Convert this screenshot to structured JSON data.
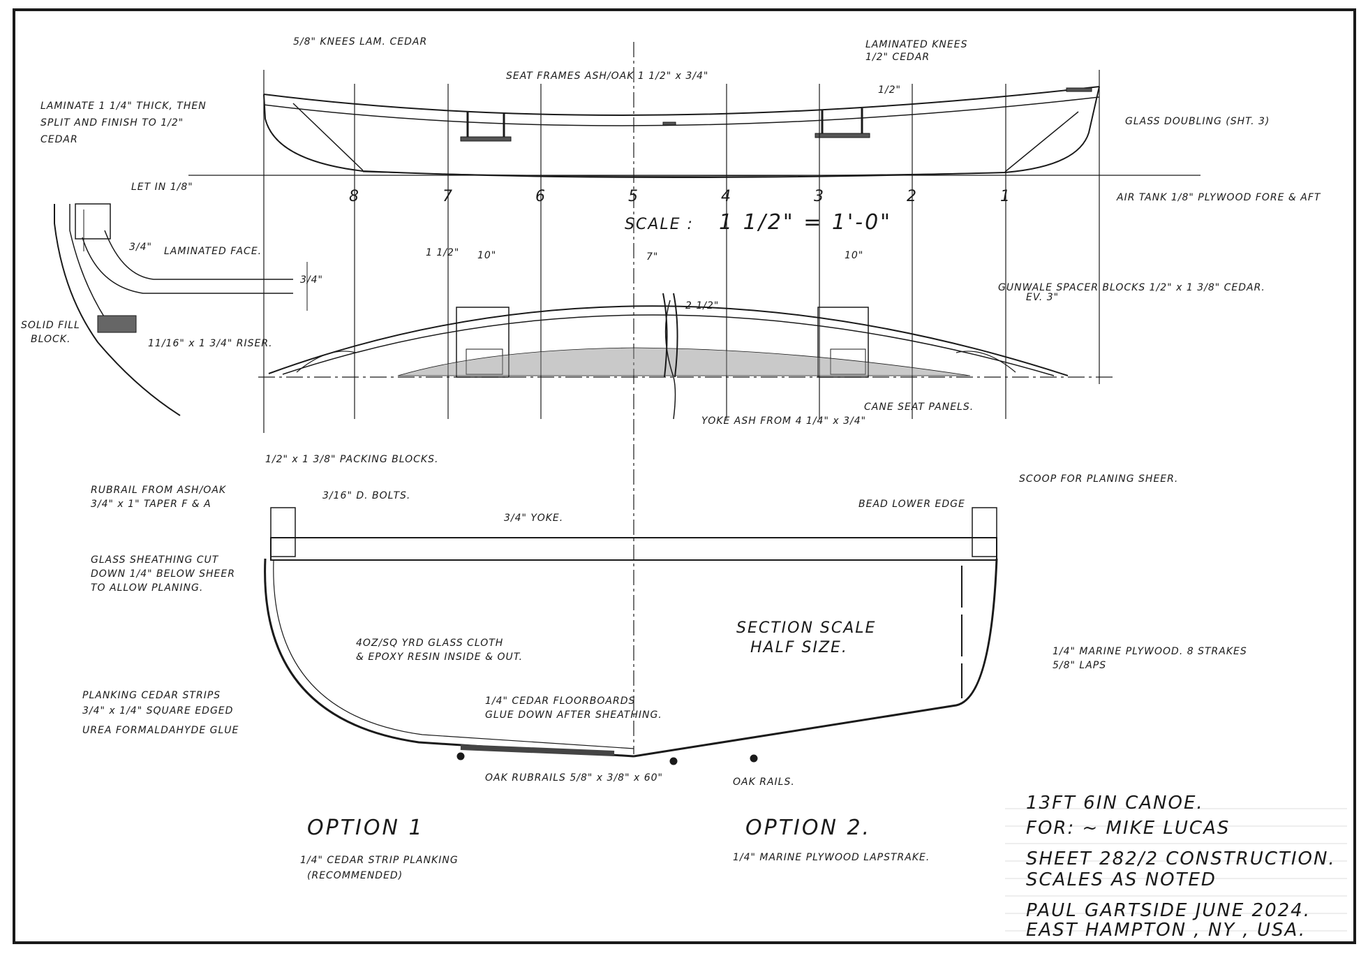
{
  "profile_notes": {
    "knees_fwd": "5/8\" KNEES LAM. CEDAR",
    "knees_aft_1": "LAMINATED KNEES",
    "knees_aft_2": "1/2\" CEDAR",
    "seat_frames": "SEAT FRAMES ASH/OAK 1 1/2\" x 3/4\"",
    "half_inch": "1/2\"",
    "glass_doubling": "GLASS DOUBLING (SHT. 3)",
    "air_tank": "AIR TANK 1/8\" PLYWOOD FORE & AFT",
    "laminate_1": "LAMINATE 1 1/4\" THICK, THEN",
    "laminate_2": "SPLIT AND FINISH TO 1/2\"",
    "laminate_3": "CEDAR"
  },
  "stations": [
    "8",
    "7",
    "6",
    "5",
    "4",
    "3",
    "2",
    "1"
  ],
  "scale_label": "SCALE :",
  "scale_value": "1 1/2\" = 1'-0\"",
  "detail_notes": {
    "let_in": "LET IN 1/8\"",
    "laminated_face": "LAMINATED FACE.",
    "three_quarter": "3/4\"",
    "three_eighths": "3/4\"",
    "solid_fill_1": "SOLID FILL",
    "solid_fill_2": "BLOCK.",
    "riser": "11/16\" x 1 3/4\" RISER."
  },
  "plan_notes": {
    "dim_1_5": "1 1/2\"",
    "dim_10_a": "10\"",
    "dim_7": "7\"",
    "dim_10_b": "10\"",
    "dim_2_5": "2 1/2\"",
    "gunwale_1": "GUNWALE SPACER BLOCKS 1/2\" x 1 3/8\" CEDAR.",
    "gunwale_2": "EV. 3\"",
    "cane_seat": "CANE SEAT PANELS.",
    "yoke": "YOKE ASH FROM 4 1/4\" x 3/4\""
  },
  "section_notes": {
    "packing_blocks": "1/2\" x 1 3/8\" PACKING BLOCKS.",
    "rubrail_1": "RUBRAIL FROM ASH/OAK",
    "rubrail_2": "3/4\" x 1\" TAPER F & A",
    "bolts": "3/16\" D. BOLTS.",
    "yoke_34": "3/4\" YOKE.",
    "scoop": "SCOOP FOR PLANING SHEER.",
    "bead": "BEAD LOWER EDGE",
    "glass_1": "GLASS SHEATHING CUT",
    "glass_2": "DOWN 1/4\" BELOW SHEER",
    "glass_3": "TO ALLOW PLANING.",
    "section_scale_1": "SECTION SCALE",
    "section_scale_2": "HALF SIZE.",
    "cloth_1": "4OZ/SQ YRD GLASS CLOTH",
    "cloth_2": "& EPOXY RESIN INSIDE & OUT.",
    "marine_1": "1/4\" MARINE PLYWOOD.   8 STRAKES",
    "marine_2": "5/8\" LAPS",
    "planking_1": "PLANKING CEDAR STRIPS",
    "planking_2": "3/4\" x 1/4\" SQUARE EDGED",
    "planking_3": "UREA FORMALDAHYDE GLUE",
    "floor_1": "1/4\" CEDAR FLOORBOARDS",
    "floor_2": "GLUE DOWN AFTER SHEATHING.",
    "oak_rubrails": "OAK RUBRAILS 5/8\" x 3/8\" x 60\"",
    "oak_rails": "OAK RAILS."
  },
  "options": {
    "opt1_title": "OPTION 1",
    "opt1_desc": "1/4\" CEDAR STRIP PLANKING",
    "opt1_rec": "(RECOMMENDED)",
    "opt2_title": "OPTION 2.",
    "opt2_desc": "1/4\" MARINE PLYWOOD LAPSTRAKE."
  },
  "title_block": {
    "line1": "13FT 6IN CANOE.",
    "line2": "FOR: ~ MIKE LUCAS",
    "line3": "SHEET 282/2 CONSTRUCTION.",
    "line4": "SCALES AS NOTED",
    "line5": "PAUL GARTSIDE  JUNE 2024.",
    "line6": "EAST HAMPTON , NY , USA."
  },
  "colors": {
    "ink": "#1a1a1a",
    "paper": "#ffffff",
    "rule": "#dcdcdc"
  }
}
